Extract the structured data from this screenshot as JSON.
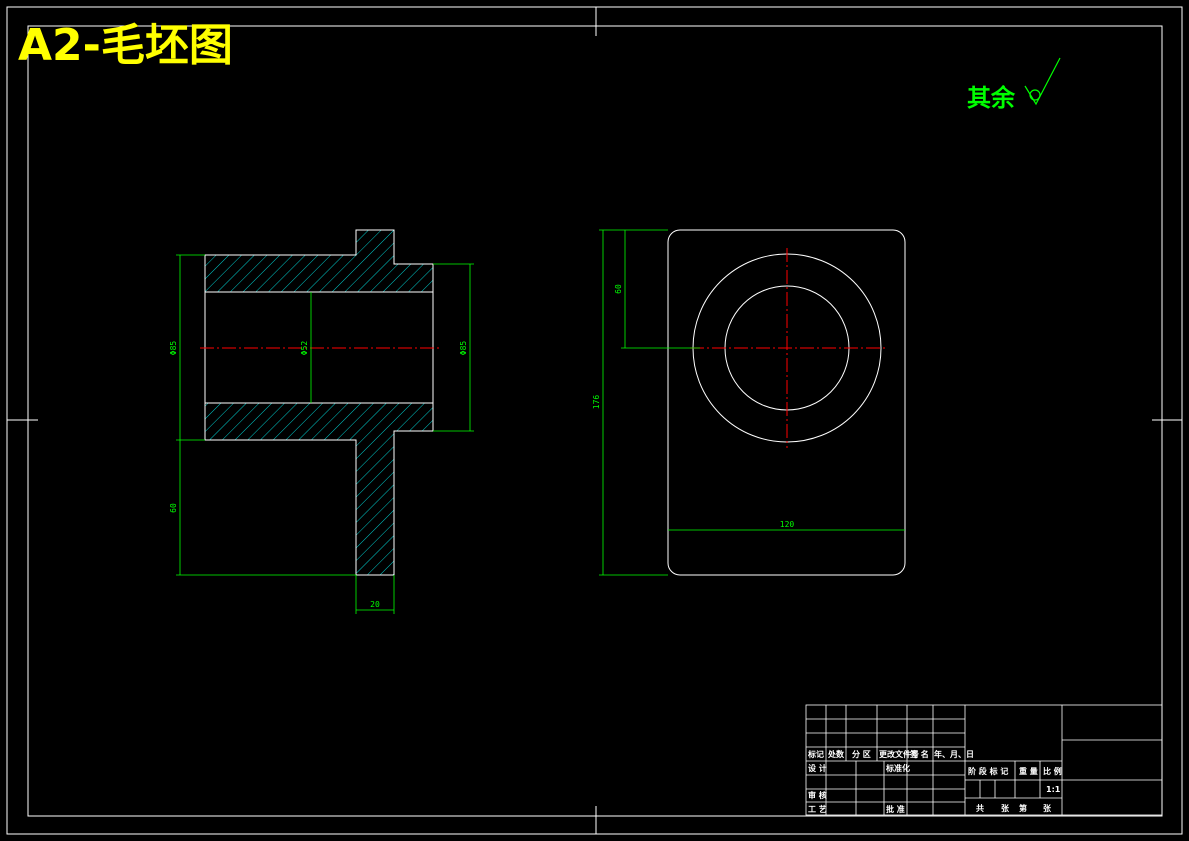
{
  "title": "A2-毛坯图",
  "roughness_note": "其余",
  "colors": {
    "background": "#000000",
    "outline": "#ffffff",
    "dimension": "#00ff00",
    "centerline": "#ff0000",
    "hatch": "#00ffff",
    "title": "#ffff00"
  },
  "dimensions": {
    "left_outer_height": "Φ85",
    "bore_diameter": "Φ52",
    "right_outer_height": "Φ85",
    "flange_height": "60",
    "flange_width": "20",
    "center_height": "60",
    "overall_height": "176",
    "overall_width": "120"
  },
  "title_block": {
    "header_labels": [
      "标记",
      "处数",
      "分 区",
      "更改文件号",
      "签 名",
      "年、月、日"
    ],
    "row_design": "设 计",
    "row_standard": "标准化",
    "row_review": "审 核",
    "row_process": "工 艺",
    "row_approve": "批 准",
    "stage_labels": [
      "阶 段 标 记",
      "重 量",
      "比 例"
    ],
    "scale_value": "1:1",
    "sheet_labels": [
      "共",
      "张",
      "第",
      "张"
    ]
  }
}
